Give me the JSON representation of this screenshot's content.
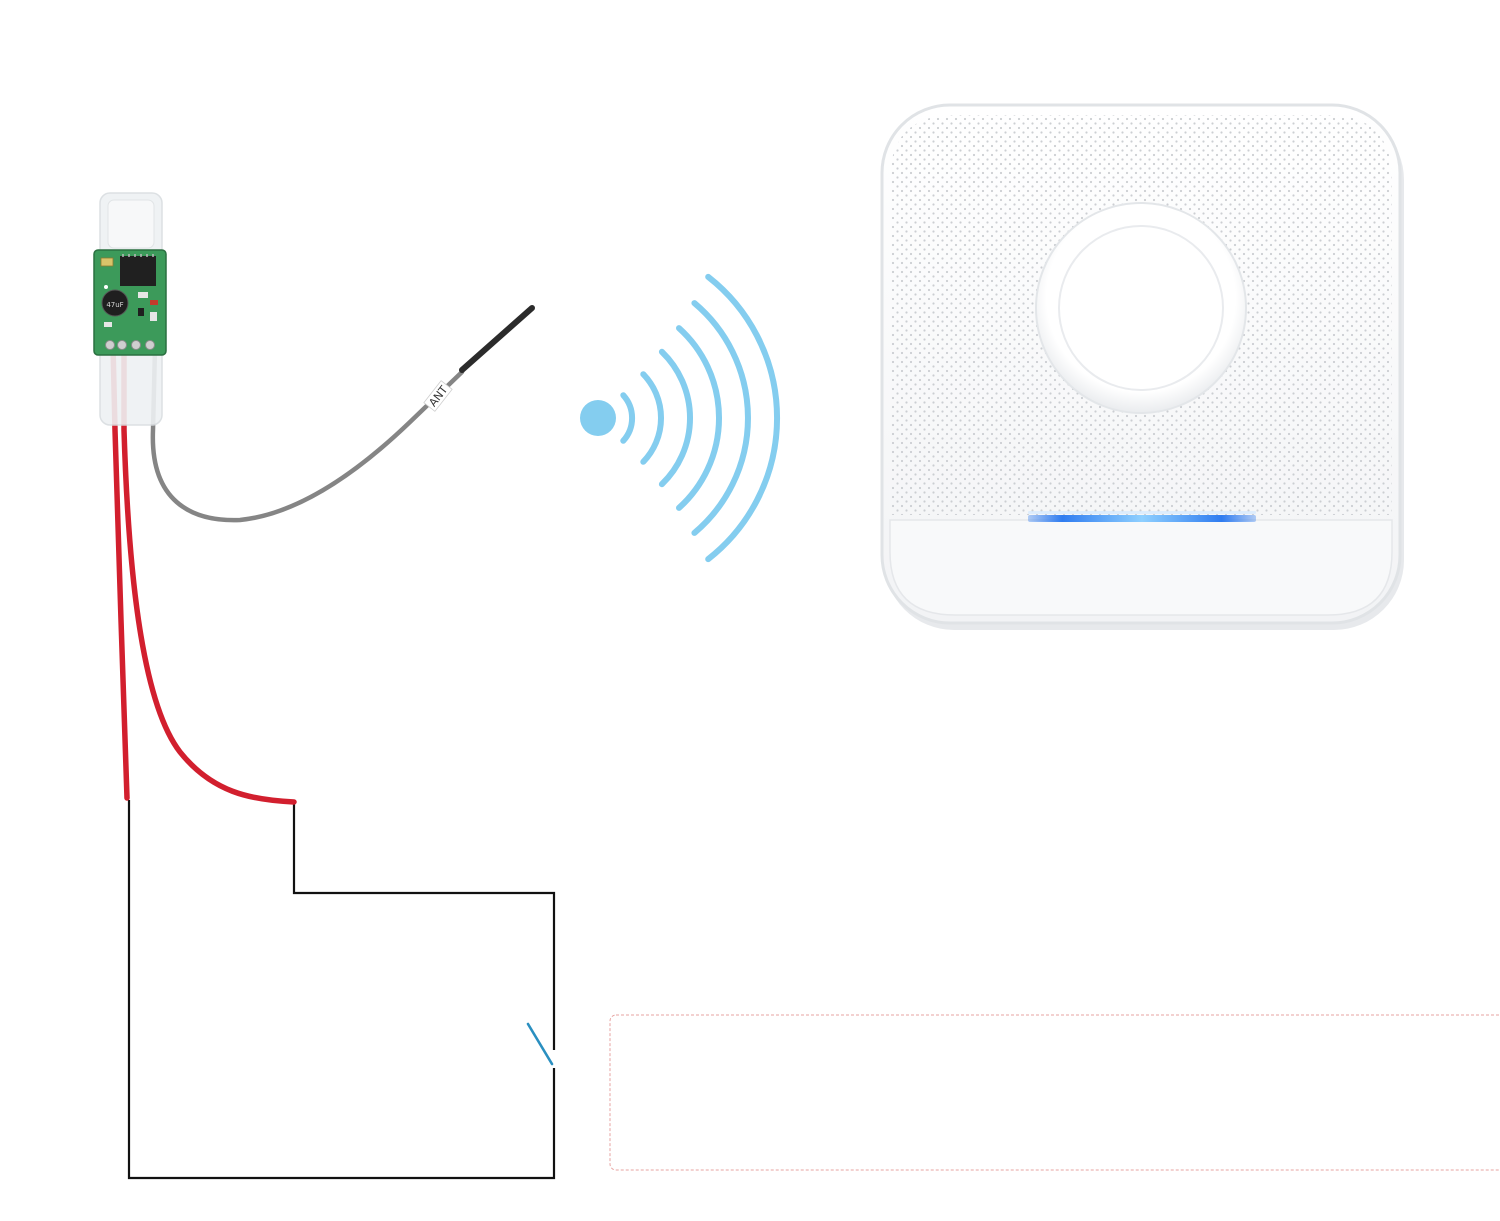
{
  "transmitter": {
    "antenna_label": "ANT",
    "capacitor_marking": "47uF"
  },
  "colors": {
    "background": "#ffffff",
    "wire_red": "#d21f2e",
    "wire_gray": "#808080",
    "circuit_line": "#111111",
    "switch_blade": "#2a8fc0",
    "signal_wave": "#84cdef",
    "pcb_green": "#3c9a5a",
    "led_blue": "#2f7cf0",
    "placeholder_border": "#e7a3a0"
  },
  "icons": {
    "signal": "wireless-signal-icon",
    "receiver": "doorbell-receiver",
    "switch": "switch-symbol"
  },
  "signal": {
    "wave_count": 6
  }
}
